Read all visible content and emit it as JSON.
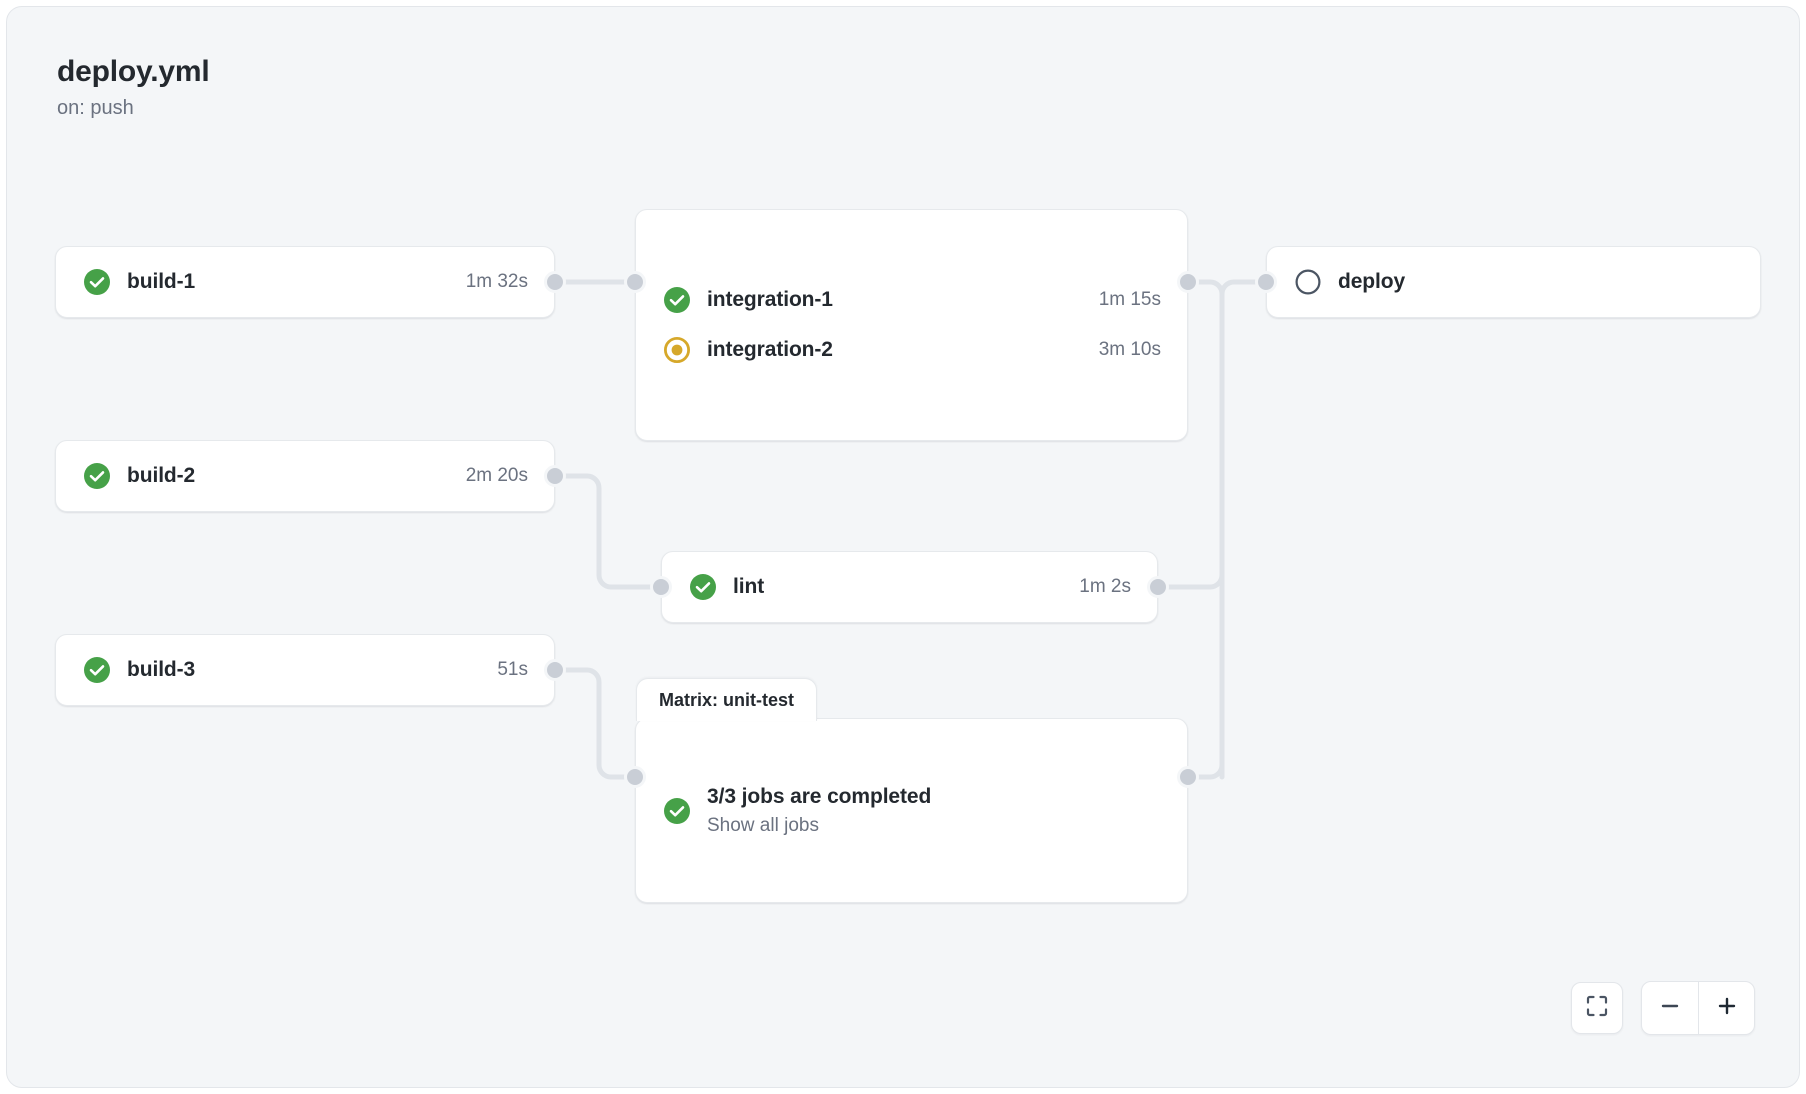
{
  "workflow": {
    "title": "deploy.yml",
    "trigger": "on: push"
  },
  "status_colors": {
    "success": "#46a148",
    "in_progress": "#d6a82a",
    "pending": "#4b5563",
    "edge": "#dfe3e8",
    "port": "#c9ced6",
    "background": "#f4f6f8",
    "node_background": "#ffffff",
    "text": "#24292f",
    "muted_text": "#6b7280"
  },
  "graph": {
    "nodes": [
      {
        "id": "build-1",
        "label": "build-1",
        "duration": "1m 32s",
        "status": "success",
        "status_icon": "check-circle-icon"
      },
      {
        "id": "build-2",
        "label": "build-2",
        "duration": "2m 20s",
        "status": "success",
        "status_icon": "check-circle-icon"
      },
      {
        "id": "build-3",
        "label": "build-3",
        "duration": "51s",
        "status": "success",
        "status_icon": "check-circle-icon"
      },
      {
        "id": "lint",
        "label": "lint",
        "duration": "1m 2s",
        "status": "success",
        "status_icon": "check-circle-icon"
      },
      {
        "id": "deploy",
        "label": "deploy",
        "duration": "",
        "status": "pending",
        "status_icon": "circle-outline-icon"
      }
    ],
    "group": {
      "id": "integration-group",
      "jobs": [
        {
          "id": "integration-1",
          "label": "integration-1",
          "duration": "1m 15s",
          "status": "success",
          "status_icon": "check-circle-icon"
        },
        {
          "id": "integration-2",
          "label": "integration-2",
          "duration": "3m 10s",
          "status": "in_progress",
          "status_icon": "dot-circle-icon"
        }
      ]
    },
    "matrix": {
      "id": "matrix-unit-test",
      "tab_label": "Matrix: unit-test",
      "summary": "3/3 jobs are completed",
      "link_label": "Show all jobs",
      "status": "success",
      "status_icon": "check-circle-icon"
    }
  },
  "controls": {
    "fit_icon": "fit-screen-icon",
    "zoom_out_icon": "minus-icon",
    "zoom_in_icon": "plus-icon"
  }
}
